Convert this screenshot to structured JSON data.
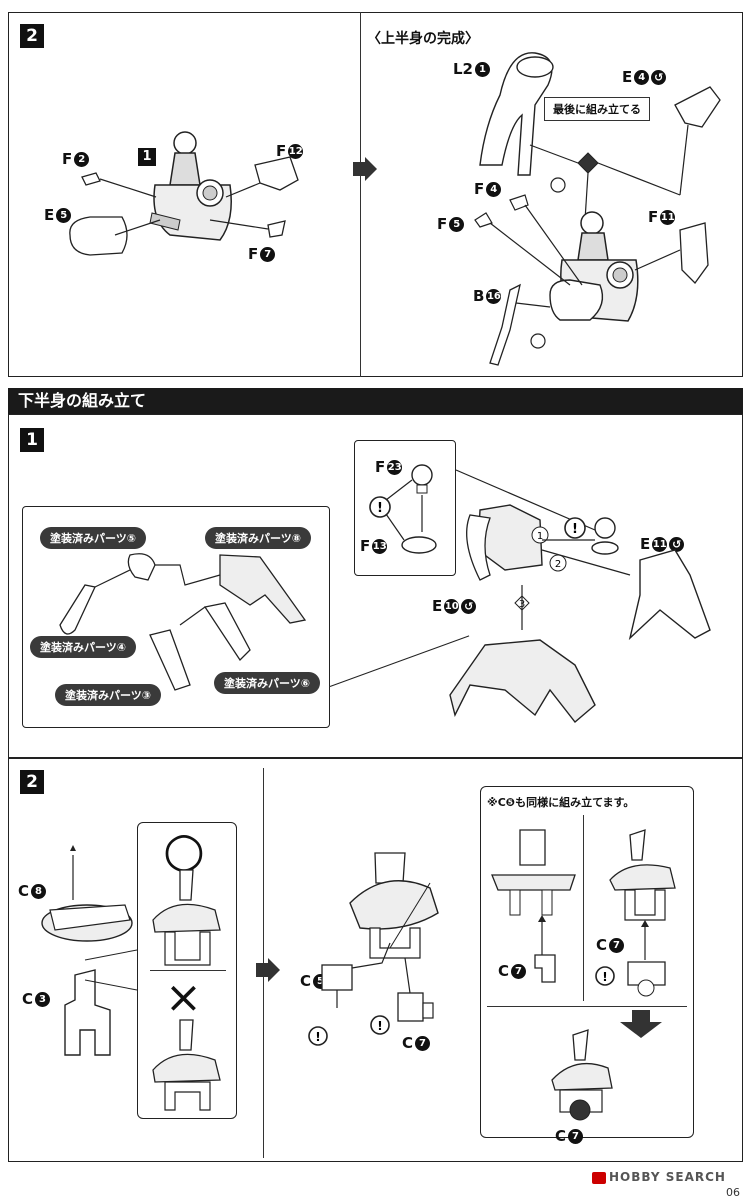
{
  "top_section": {
    "step_number": "2",
    "left": {
      "sub_step": "1",
      "parts": [
        {
          "letter": "F",
          "num": "2"
        },
        {
          "letter": "F",
          "num": "12"
        },
        {
          "letter": "E",
          "num": "5"
        },
        {
          "letter": "F",
          "num": "7"
        }
      ]
    },
    "right": {
      "title": "〈上半身の完成〉",
      "callout": "最後に組み立てる",
      "parts": [
        {
          "letter": "L2",
          "num": "1"
        },
        {
          "letter": "E",
          "num": "4"
        },
        {
          "letter": "F",
          "num": "4"
        },
        {
          "letter": "F",
          "num": "5"
        },
        {
          "letter": "F",
          "num": "11"
        },
        {
          "letter": "B",
          "num": "16"
        }
      ]
    }
  },
  "lower_section": {
    "header": "下半身の組み立て",
    "step1": {
      "step_number": "1",
      "painted_parts": [
        "塗装済みパーツ⑤",
        "塗装済みパーツ⑧",
        "塗装済みパーツ④",
        "塗装済みパーツ③",
        "塗装済みパーツ⑥"
      ],
      "inset_parts": [
        {
          "letter": "F",
          "num": "23"
        },
        {
          "letter": "F",
          "num": "13"
        }
      ],
      "main_parts": [
        {
          "letter": "E",
          "num": "11"
        },
        {
          "letter": "E",
          "num": "10"
        }
      ],
      "order_marks": [
        "1",
        "2",
        "3"
      ],
      "caution": "!"
    },
    "step2": {
      "step_number": "2",
      "left_parts": [
        {
          "letter": "C",
          "num": "8"
        },
        {
          "letter": "C",
          "num": "3"
        }
      ],
      "correct_mark": "○",
      "wrong_mark": "×",
      "middle_parts": [
        {
          "letter": "C",
          "num": "5"
        },
        {
          "letter": "C",
          "num": "7"
        }
      ],
      "note_text": "※C❺も同様に組み立てます。",
      "right_parts": [
        {
          "letter": "C",
          "num": "7"
        },
        {
          "letter": "C",
          "num": "7"
        },
        {
          "letter": "C",
          "num": "7"
        }
      ],
      "caution": "!"
    }
  },
  "footer": {
    "brand": "HOBBY SEARCH",
    "page": "06"
  }
}
